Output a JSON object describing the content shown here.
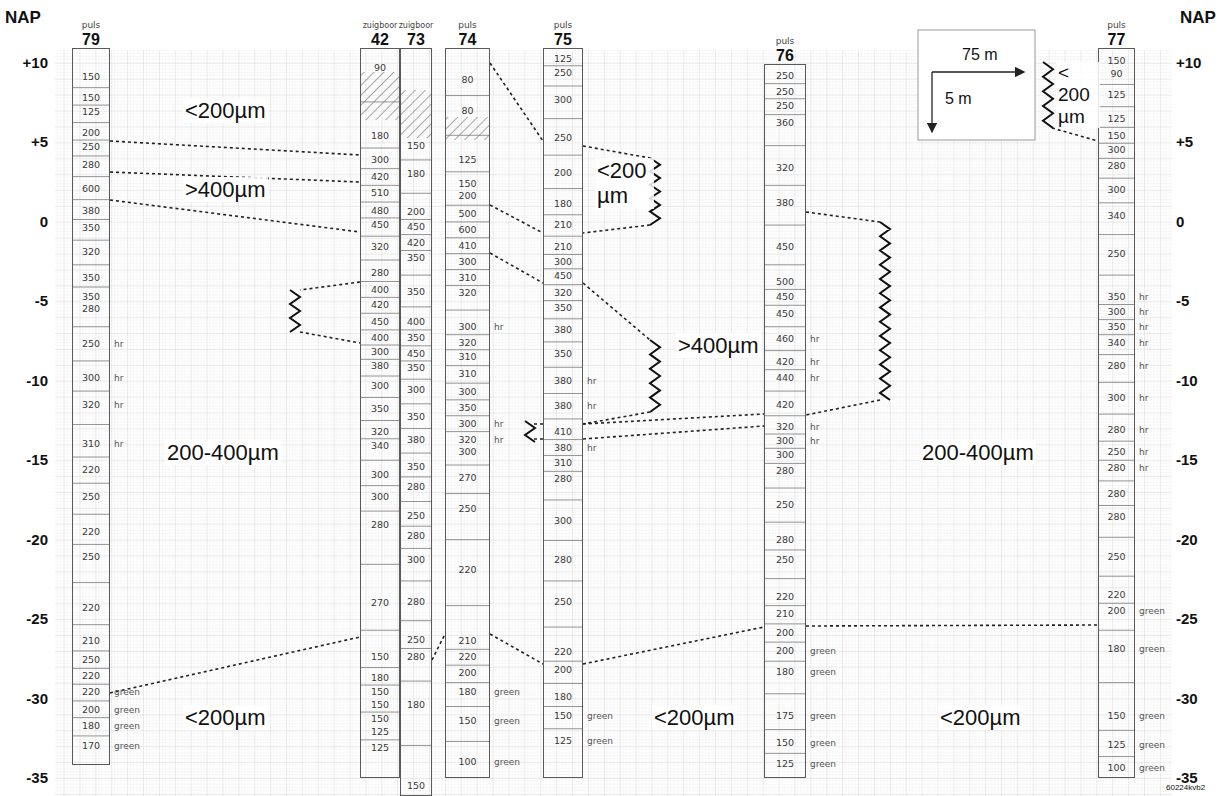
{
  "diagram": {
    "nodes": [
      {
        "text": [
          "puls",
          "79",
          "150",
          "150",
          "125",
          "200",
          "250",
          "280",
          "600",
          "380",
          "350",
          "320",
          "350",
          "350",
          "280",
          "250",
          "hr",
          "300",
          "hr",
          "320",
          "hr",
          "310",
          "hr",
          "220",
          "250",
          "220",
          "250",
          "220",
          "210",
          "250",
          "220",
          "220",
          "green",
          "200",
          "green",
          "180",
          "green",
          "170",
          "green"
        ]
      },
      {
        "text": [
          "zuigboor",
          "42",
          "90",
          "180",
          "300",
          "420",
          "510",
          "480",
          "450",
          "320",
          "280",
          "400",
          "420",
          "450",
          "400",
          "300",
          "380",
          "300",
          "350",
          "320",
          "340",
          "300",
          "300",
          "280",
          "270",
          "150",
          "180",
          "150",
          "150",
          "150",
          "125",
          "125"
        ]
      },
      {
        "text": [
          "zuigboor",
          "73",
          "150",
          "180",
          "200",
          "450",
          "420",
          "350",
          "350",
          "400",
          "350",
          "450",
          "350",
          "300",
          "350",
          "380",
          "350",
          "280",
          "250",
          "280",
          "300",
          "280",
          "250",
          "280",
          "180",
          "150"
        ]
      },
      {
        "text": [
          "puls",
          "74",
          "80",
          "80",
          "125",
          "150",
          "200",
          "500",
          "600",
          "410",
          "300",
          "310",
          "320",
          "300",
          "hr",
          "320",
          "310",
          "310",
          "300",
          "350",
          "300",
          "hr",
          "320",
          "hr",
          "300",
          "270",
          "250",
          "220",
          "210",
          "220",
          "200",
          "180",
          "green",
          "150",
          "green",
          "100",
          "green"
        ]
      },
      {
        "text": [
          "puls",
          "75",
          "125",
          "250",
          "300",
          "250",
          "200",
          "180",
          "210",
          "210",
          "300",
          "450",
          "320",
          "350",
          "380",
          "350",
          "380",
          "hr",
          "380",
          "hr",
          "410",
          "380",
          "hr",
          "310",
          "280",
          "300",
          "280",
          "250",
          "220",
          "200",
          "180",
          "150",
          "green",
          "125",
          "green"
        ]
      },
      {
        "text": [
          "puls",
          "76",
          "250",
          "250",
          "250",
          "360",
          "320",
          "380",
          "450",
          "500",
          "450",
          "450",
          "460",
          "hr",
          "420",
          "hr",
          "440",
          "hr",
          "420",
          "320",
          "hr",
          "300",
          "hr",
          "300",
          "280",
          "250",
          "280",
          "250",
          "220",
          "210",
          "200",
          "200",
          "green",
          "180",
          "green",
          "175",
          "green",
          "150",
          "green",
          "125",
          "green"
        ]
      },
      {
        "text": [
          "puls",
          "77",
          "150",
          "90",
          "125",
          "125",
          "150",
          "300",
          "280",
          "300",
          "340",
          "250",
          "350",
          "hr",
          "300",
          "hr",
          "350",
          "hr",
          "340",
          "hr",
          "280",
          "hr",
          "300",
          "hr",
          "280",
          "hr",
          "250",
          "hr",
          "280",
          "hr",
          "280",
          "280",
          "250",
          "220",
          "200",
          "green",
          "180",
          "green",
          "150",
          "green",
          "125",
          "green",
          "100",
          "green"
        ]
      }
    ],
    "labels": [
      "NAP",
      "NAP",
      "+10",
      "+5",
      "0",
      "-5",
      "-10",
      "-15",
      "-20",
      "-25",
      "-30",
      "-35",
      "+10",
      "+5",
      "0",
      "-5",
      "-10",
      "-15",
      "-20",
      "-25",
      "-30",
      "-35",
      "<200µm",
      ">400µm",
      "<200 µm",
      ">400µm",
      "200-400µm",
      "200-400µm",
      "<200µm",
      "<200µm",
      "<200µm",
      "< 200 µm",
      "75 m",
      "5 m",
      "60224kvb2"
    ]
  }
}
